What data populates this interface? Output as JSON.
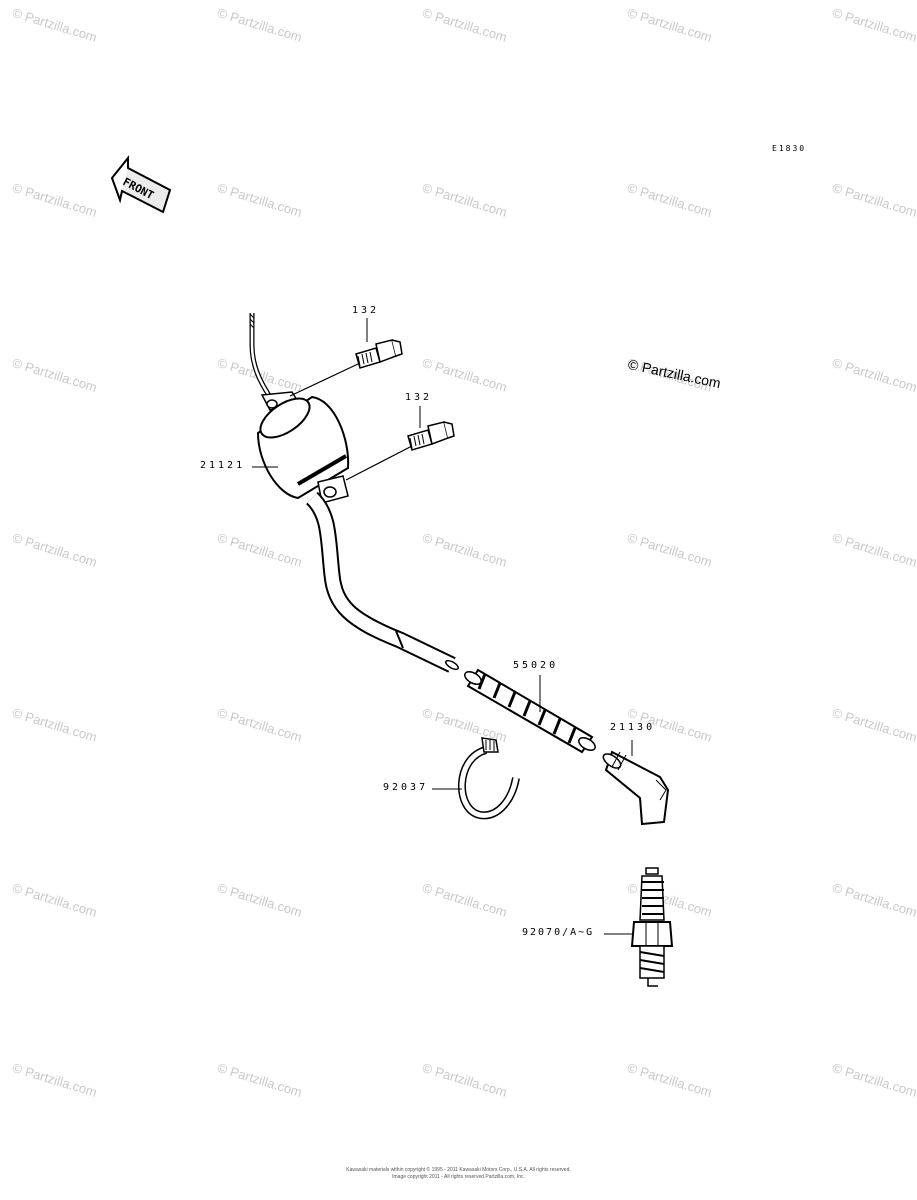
{
  "diagram": {
    "code": "E1830",
    "front_arrow_label": "FRONT",
    "copyright_badge": "© Partzilla.com",
    "watermark_text": "© Partzilla.com",
    "parts": {
      "bolt_upper": "132",
      "bolt_lower": "132",
      "ignition_coil": "21121",
      "cover": "55020",
      "plug_cap": "21130",
      "clamp": "92037",
      "spark_plug": "92070/A~G"
    },
    "footer": {
      "line1": "Kawasaki materials within copyright © 1995 - 2011 Kawasaki Motors Corp., U.S.A. All rights reserved.",
      "line2": "Image copyright 2011 - All rights reserved Partzilla.com, Inc."
    }
  }
}
